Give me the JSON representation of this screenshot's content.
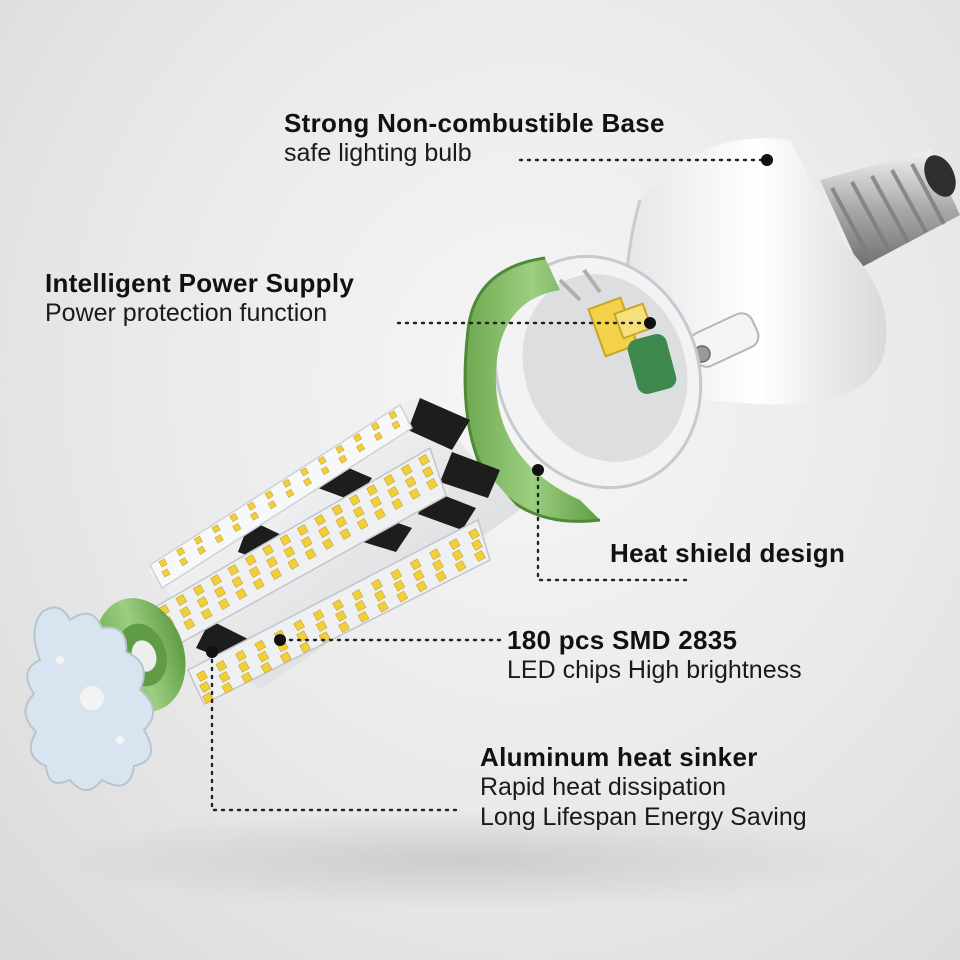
{
  "callouts": [
    {
      "id": "base",
      "title": "Strong Non-combustible Base",
      "lines": [
        "safe lighting bulb"
      ]
    },
    {
      "id": "power",
      "title": "Intelligent Power Supply",
      "lines": [
        "Power protection function"
      ]
    },
    {
      "id": "shield",
      "title": "Heat shield design",
      "lines": []
    },
    {
      "id": "leds",
      "title": "180 pcs SMD 2835",
      "lines": [
        "LED chips High brightness"
      ]
    },
    {
      "id": "sinker",
      "title": "Aluminum heat sinker",
      "lines": [
        "Rapid heat dissipation",
        "Long Lifespan Energy Saving"
      ]
    }
  ],
  "colors": {
    "green": "#7dbb5f",
    "green_dark": "#5f9c45",
    "led_yellow": "#f1cf3b",
    "board_white": "#eef0f2",
    "leader": "#222222"
  }
}
